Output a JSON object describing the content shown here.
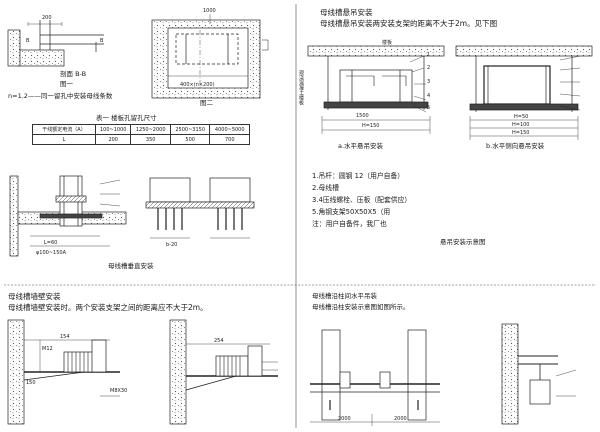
{
  "fig_top_left": {
    "section_label": "剖面 B-B",
    "fig1_label": "图一",
    "fig2_label": "图二",
    "note": "n=1.2——同一留孔中安装母线条数",
    "dims": [
      "200",
      "B",
      "B",
      "400×(n×200)",
      "1000"
    ]
  },
  "table1": {
    "title": "表一    楼板孔留孔尺寸",
    "row_headers": [
      "干线额定电流（A）",
      "L"
    ],
    "columns": [
      "100~1000",
      "1250~2000",
      "2500~3150",
      "4000~5000"
    ],
    "values": [
      "200",
      "350",
      "500",
      "700"
    ]
  },
  "vertical_install": {
    "caption": "母线槽垂直安装",
    "dims": [
      "L=60",
      "φ100~150A",
      "b-20"
    ]
  },
  "suspension": {
    "title": "母线槽悬吊安装",
    "subtitle": "母线槽悬吊安装两安装支架的距离不大于2m。见下图",
    "left_caption": "a.水平悬吊安装",
    "right_caption": "b.水平侧向悬吊安装",
    "left_dims": [
      "1500",
      "H=150"
    ],
    "right_dims": [
      "H=50",
      "H=100",
      "H=150"
    ],
    "part_numbers": [
      "1",
      "2",
      "3",
      "4",
      "5"
    ],
    "side_text": "现浇混凝土楼板",
    "small_label": "楼板",
    "legend": [
      "1.吊杆：圆钢 12（用户自备）",
      "2.母线槽",
      "3.4压线螺栓、压板（配套供应）",
      "5.角钢支架50X50X5（用",
      "注：用户自备件，我厂也"
    ],
    "diagram_caption": "悬吊安装示意图"
  },
  "wall_install": {
    "title": "母线槽墙壁安装",
    "subtitle": "母线槽墙壁安装时。两个安装支架之间的距离应不大于2m。",
    "dims": [
      "154",
      "M12",
      "150",
      "254",
      "M8X30"
    ]
  },
  "trunk_mount": {
    "title": "母线槽沿柱间水平吊装",
    "subtitle": "母线槽沿柱安装示意图如图所示。",
    "dims": [
      "2000",
      "2000"
    ]
  }
}
